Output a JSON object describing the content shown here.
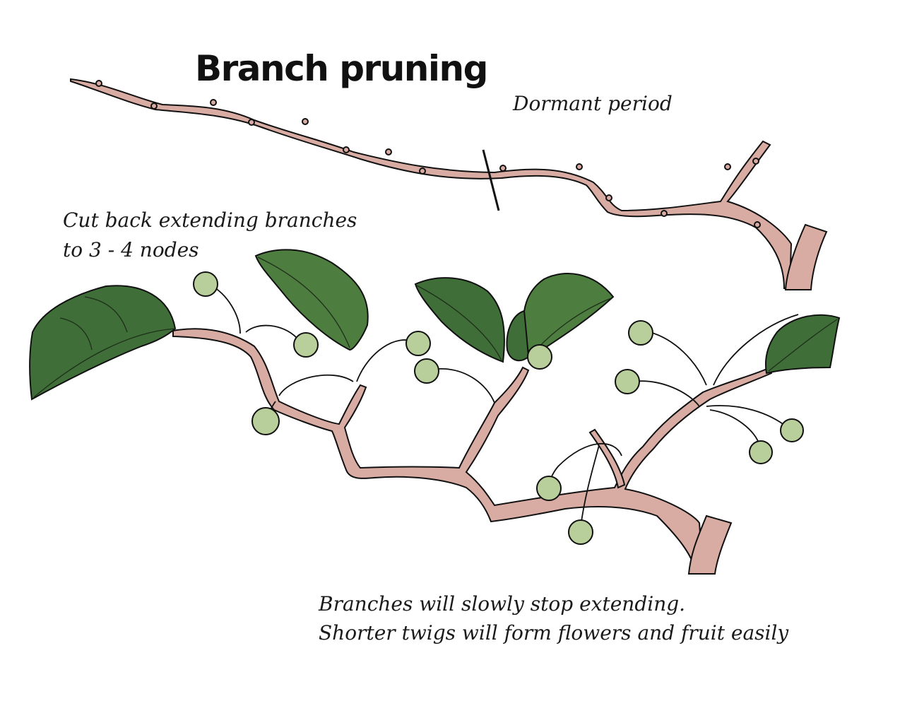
{
  "title": "Branch pruning",
  "notes": {
    "dormant": "Dormant period",
    "cut_back_line1": "Cut back extending branches",
    "cut_back_line2": "to 3 - 4 nodes",
    "result_line1": "Branches will slowly stop extending.",
    "result_line2": "Shorter twigs will form flowers and fruit easily"
  },
  "colors": {
    "branch_fill": "#d8aba3",
    "outline": "#111111",
    "leaf_dark": "#3f6e38",
    "leaf_mid": "#4d7d3f",
    "fruit": "#b9cf9b"
  },
  "icons": [
    "branch-sketch",
    "pruning-cut-mark",
    "leaf-icon",
    "fruit-icon"
  ]
}
